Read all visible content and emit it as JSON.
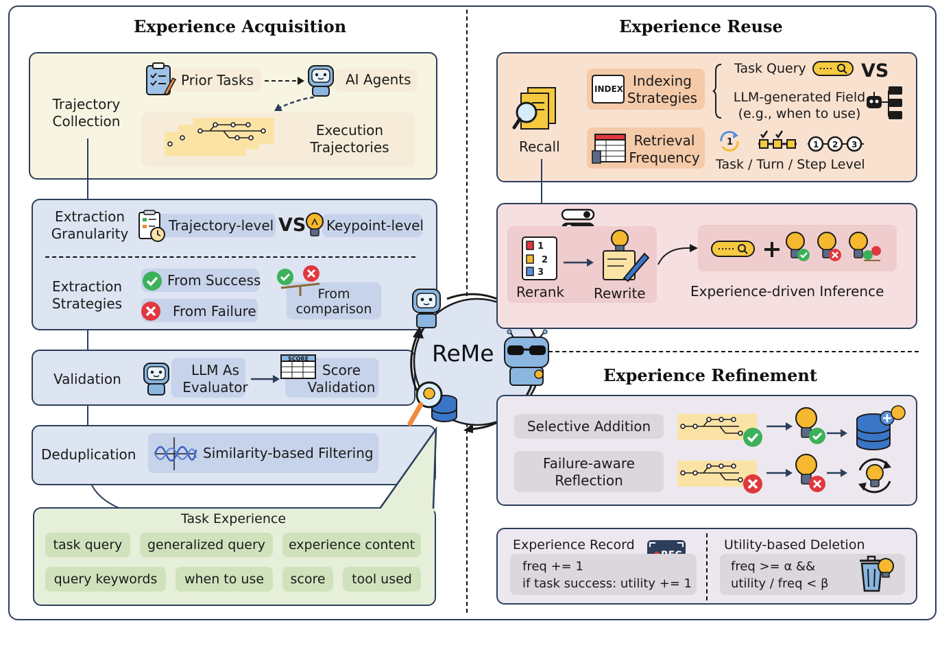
{
  "sections": {
    "acquisition_title": "Experience Acquisition",
    "reuse_title": "Experience Reuse",
    "refinement_title": "Experience Refinement"
  },
  "center": {
    "label": "ReMe"
  },
  "trajectory": {
    "label_line1": "Trajectory",
    "label_line2": "Collection",
    "prior_tasks": "Prior Tasks",
    "ai_agents": "AI Agents",
    "exec_line1": "Execution",
    "exec_line2": "Trajectories"
  },
  "extraction": {
    "granularity_line1": "Extraction",
    "granularity_line2": "Granularity",
    "trajectory_level": "Trajectory-level",
    "vs": "VS",
    "keypoint_level": "Keypoint-level",
    "strategies_line1": "Extraction",
    "strategies_line2": "Strategies",
    "from_success": "From Success",
    "from_failure": "From Failure",
    "from_comparison_line1": "From",
    "from_comparison_line2": "comparison"
  },
  "validation": {
    "label": "Validation",
    "llm_line1": "LLM As",
    "llm_line2": "Evaluator",
    "score_line1": "Score",
    "score_line2": "Validation",
    "score_icon_text": "SCORE"
  },
  "deduplication": {
    "label": "Deduplication",
    "filter": "Similarity-based Filtering"
  },
  "task_experience": {
    "title": "Task Experience",
    "fields": [
      "task query",
      "generalized query",
      "experience content",
      "query keywords",
      "when to use",
      "score",
      "tool used"
    ]
  },
  "reuse": {
    "recall": "Recall",
    "indexing_line1": "Indexing",
    "indexing_line2": "Strategies",
    "index_icon_text": "INDEX",
    "retrieval_line1": "Retrieval",
    "retrieval_line2": "Frequency",
    "task_query": "Task Query",
    "vs": "VS",
    "llm_field_line1": "LLM-generated Field",
    "llm_field_line2": "(e.g., when to use)",
    "levels": "Task / Turn / Step Level",
    "level_numbers": [
      "1",
      "2",
      "3"
    ],
    "rerank": "Rerank",
    "rewrite": "Rewrite",
    "rerank_numbers": [
      "1",
      "2",
      "3"
    ],
    "inference": "Experience-driven Inference"
  },
  "refinement": {
    "selective_addition": "Selective Addition",
    "failure_line1": "Failure-aware",
    "failure_line2": "Reflection"
  },
  "record": {
    "title": "Experience Record",
    "rec_icon": "REC",
    "line1": "freq += 1",
    "line2": "if task success: utility += 1"
  },
  "deletion": {
    "title": "Utility-based Deletion",
    "line1": "freq >= α &&",
    "line2": "utility / freq < β"
  },
  "colors": {
    "border": "#2c3e5a",
    "yellow_panel": "#f7f5e2",
    "blue_panel": "#dde4f2",
    "green_panel": "#e6efd9",
    "orange_panel": "#f9e1d0",
    "pink_panel": "#f6dfe0",
    "lavender_panel": "#ede8f0",
    "trajectory": "#fbe3a6",
    "success": "#3cb15a",
    "failure": "#e0383e",
    "bulb": "#f5b82e"
  }
}
